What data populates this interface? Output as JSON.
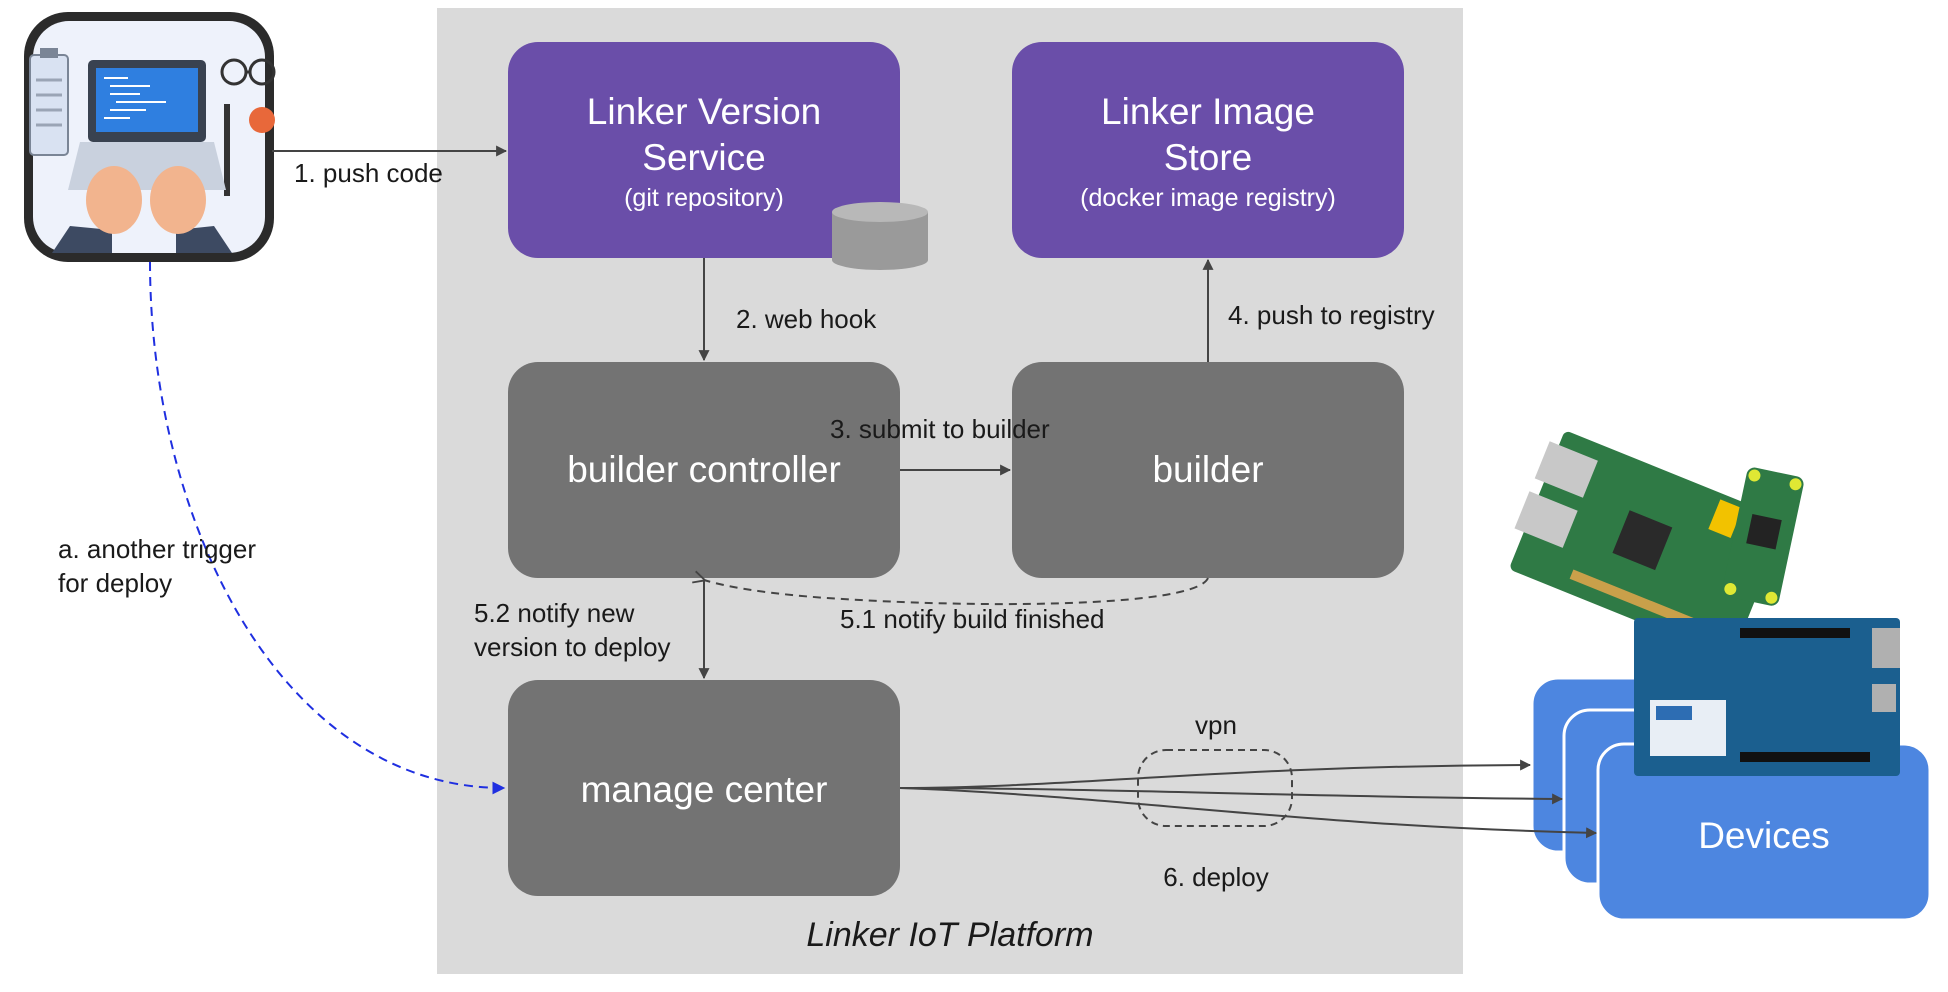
{
  "platform": {
    "label": "Linker IoT Platform"
  },
  "boxes": {
    "version_service": {
      "title_line1": "Linker Version",
      "title_line2": "Service",
      "subtitle": "(git repository)"
    },
    "image_store": {
      "title_line1": "Linker Image",
      "title_line2": "Store",
      "subtitle": "(docker image registry)"
    },
    "builder_controller": {
      "title": "builder controller"
    },
    "builder": {
      "title": "builder"
    },
    "manage_center": {
      "title": "manage center"
    },
    "devices": {
      "title": "Devices"
    }
  },
  "edges": {
    "push_code": "1. push code",
    "web_hook": "2. web hook",
    "submit_to_builder": "3. submit to builder",
    "push_to_registry": "4. push to registry",
    "notify_build_finished": "5.1 notify build finished",
    "notify_new_version_line1": "5.2 notify new",
    "notify_new_version_line2": "version to deploy",
    "another_trigger_line1": "a. another trigger",
    "another_trigger_line2": "for deploy",
    "vpn": "vpn",
    "deploy": "6. deploy"
  },
  "colors": {
    "platform_bg": "#dadada",
    "purple_box": "#6a4ea9",
    "gray_box": "#737373",
    "device_blue": "#4d86e0",
    "arrow": "#444444",
    "trigger_arrow": "#1f2fe0"
  },
  "icons": {
    "developer": "developer-laptop-icon",
    "database": "database-icon",
    "hardware": "iot-boards-icon"
  }
}
